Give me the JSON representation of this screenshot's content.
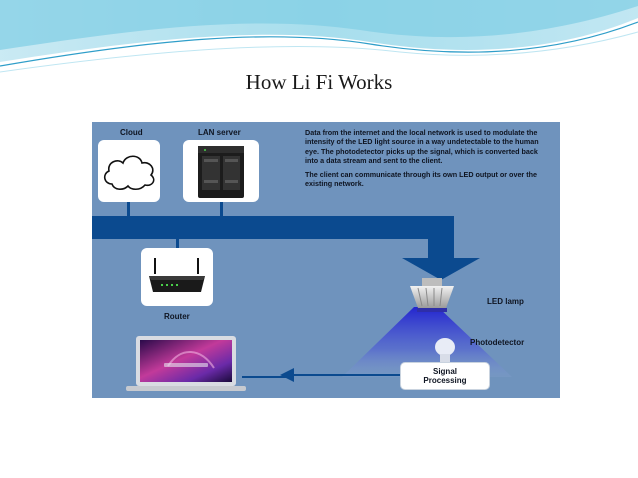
{
  "slide": {
    "title": "How Li Fi Works"
  },
  "diagram": {
    "labels": {
      "cloud": "Cloud",
      "lan_server": "LAN server",
      "router": "Router",
      "led_lamp": "LED lamp",
      "photodetector": "Photodetector",
      "signal_processing_line1": "Signal",
      "signal_processing_line2": "Processing"
    },
    "description": {
      "paragraph1": "Data from the internet and the local network is used to modulate the intensity of the LED light source in a way undetectable to the human eye. The photodetector picks up the signal, which is converted back into a data stream and sent to the client.",
      "paragraph2": "The client can communicate through its own LED output or over the existing network."
    },
    "icons": {
      "cloud": "cloud-icon",
      "server": "server-icon",
      "router": "router-icon",
      "laptop": "laptop-icon",
      "lamp": "led-lamp-icon",
      "photodetector": "photodetector-icon"
    },
    "colors": {
      "panel_background": "#6f93bd",
      "network_bus": "#0b4a8f",
      "light_beam": "#3a3ad6",
      "wave_accent": "#5fc3de"
    }
  }
}
